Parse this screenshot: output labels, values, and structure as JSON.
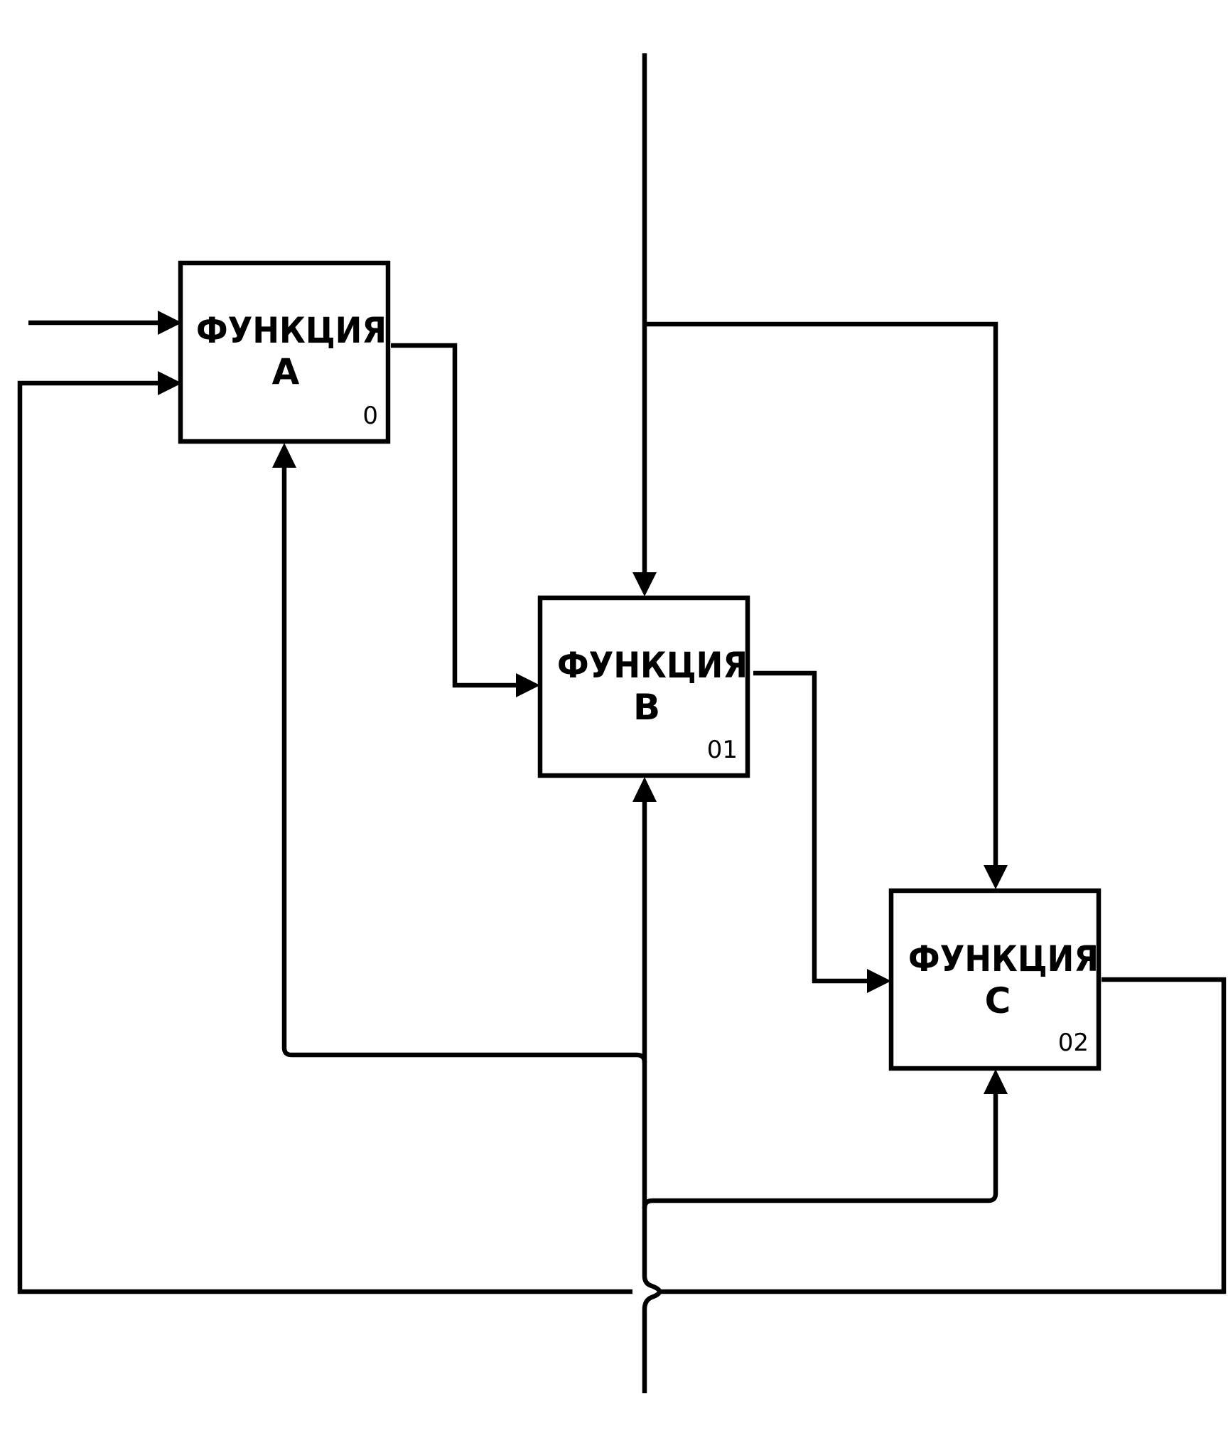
{
  "boxes": [
    {
      "id": "a",
      "title_line1": "ФУНКЦИЯ",
      "title_line2": "A",
      "node_number": "0"
    },
    {
      "id": "b",
      "title_line1": "ФУНКЦИЯ",
      "title_line2": "B",
      "node_number": "01"
    },
    {
      "id": "c",
      "title_line1": "ФУНКЦИЯ",
      "title_line2": "C",
      "node_number": "02"
    }
  ]
}
